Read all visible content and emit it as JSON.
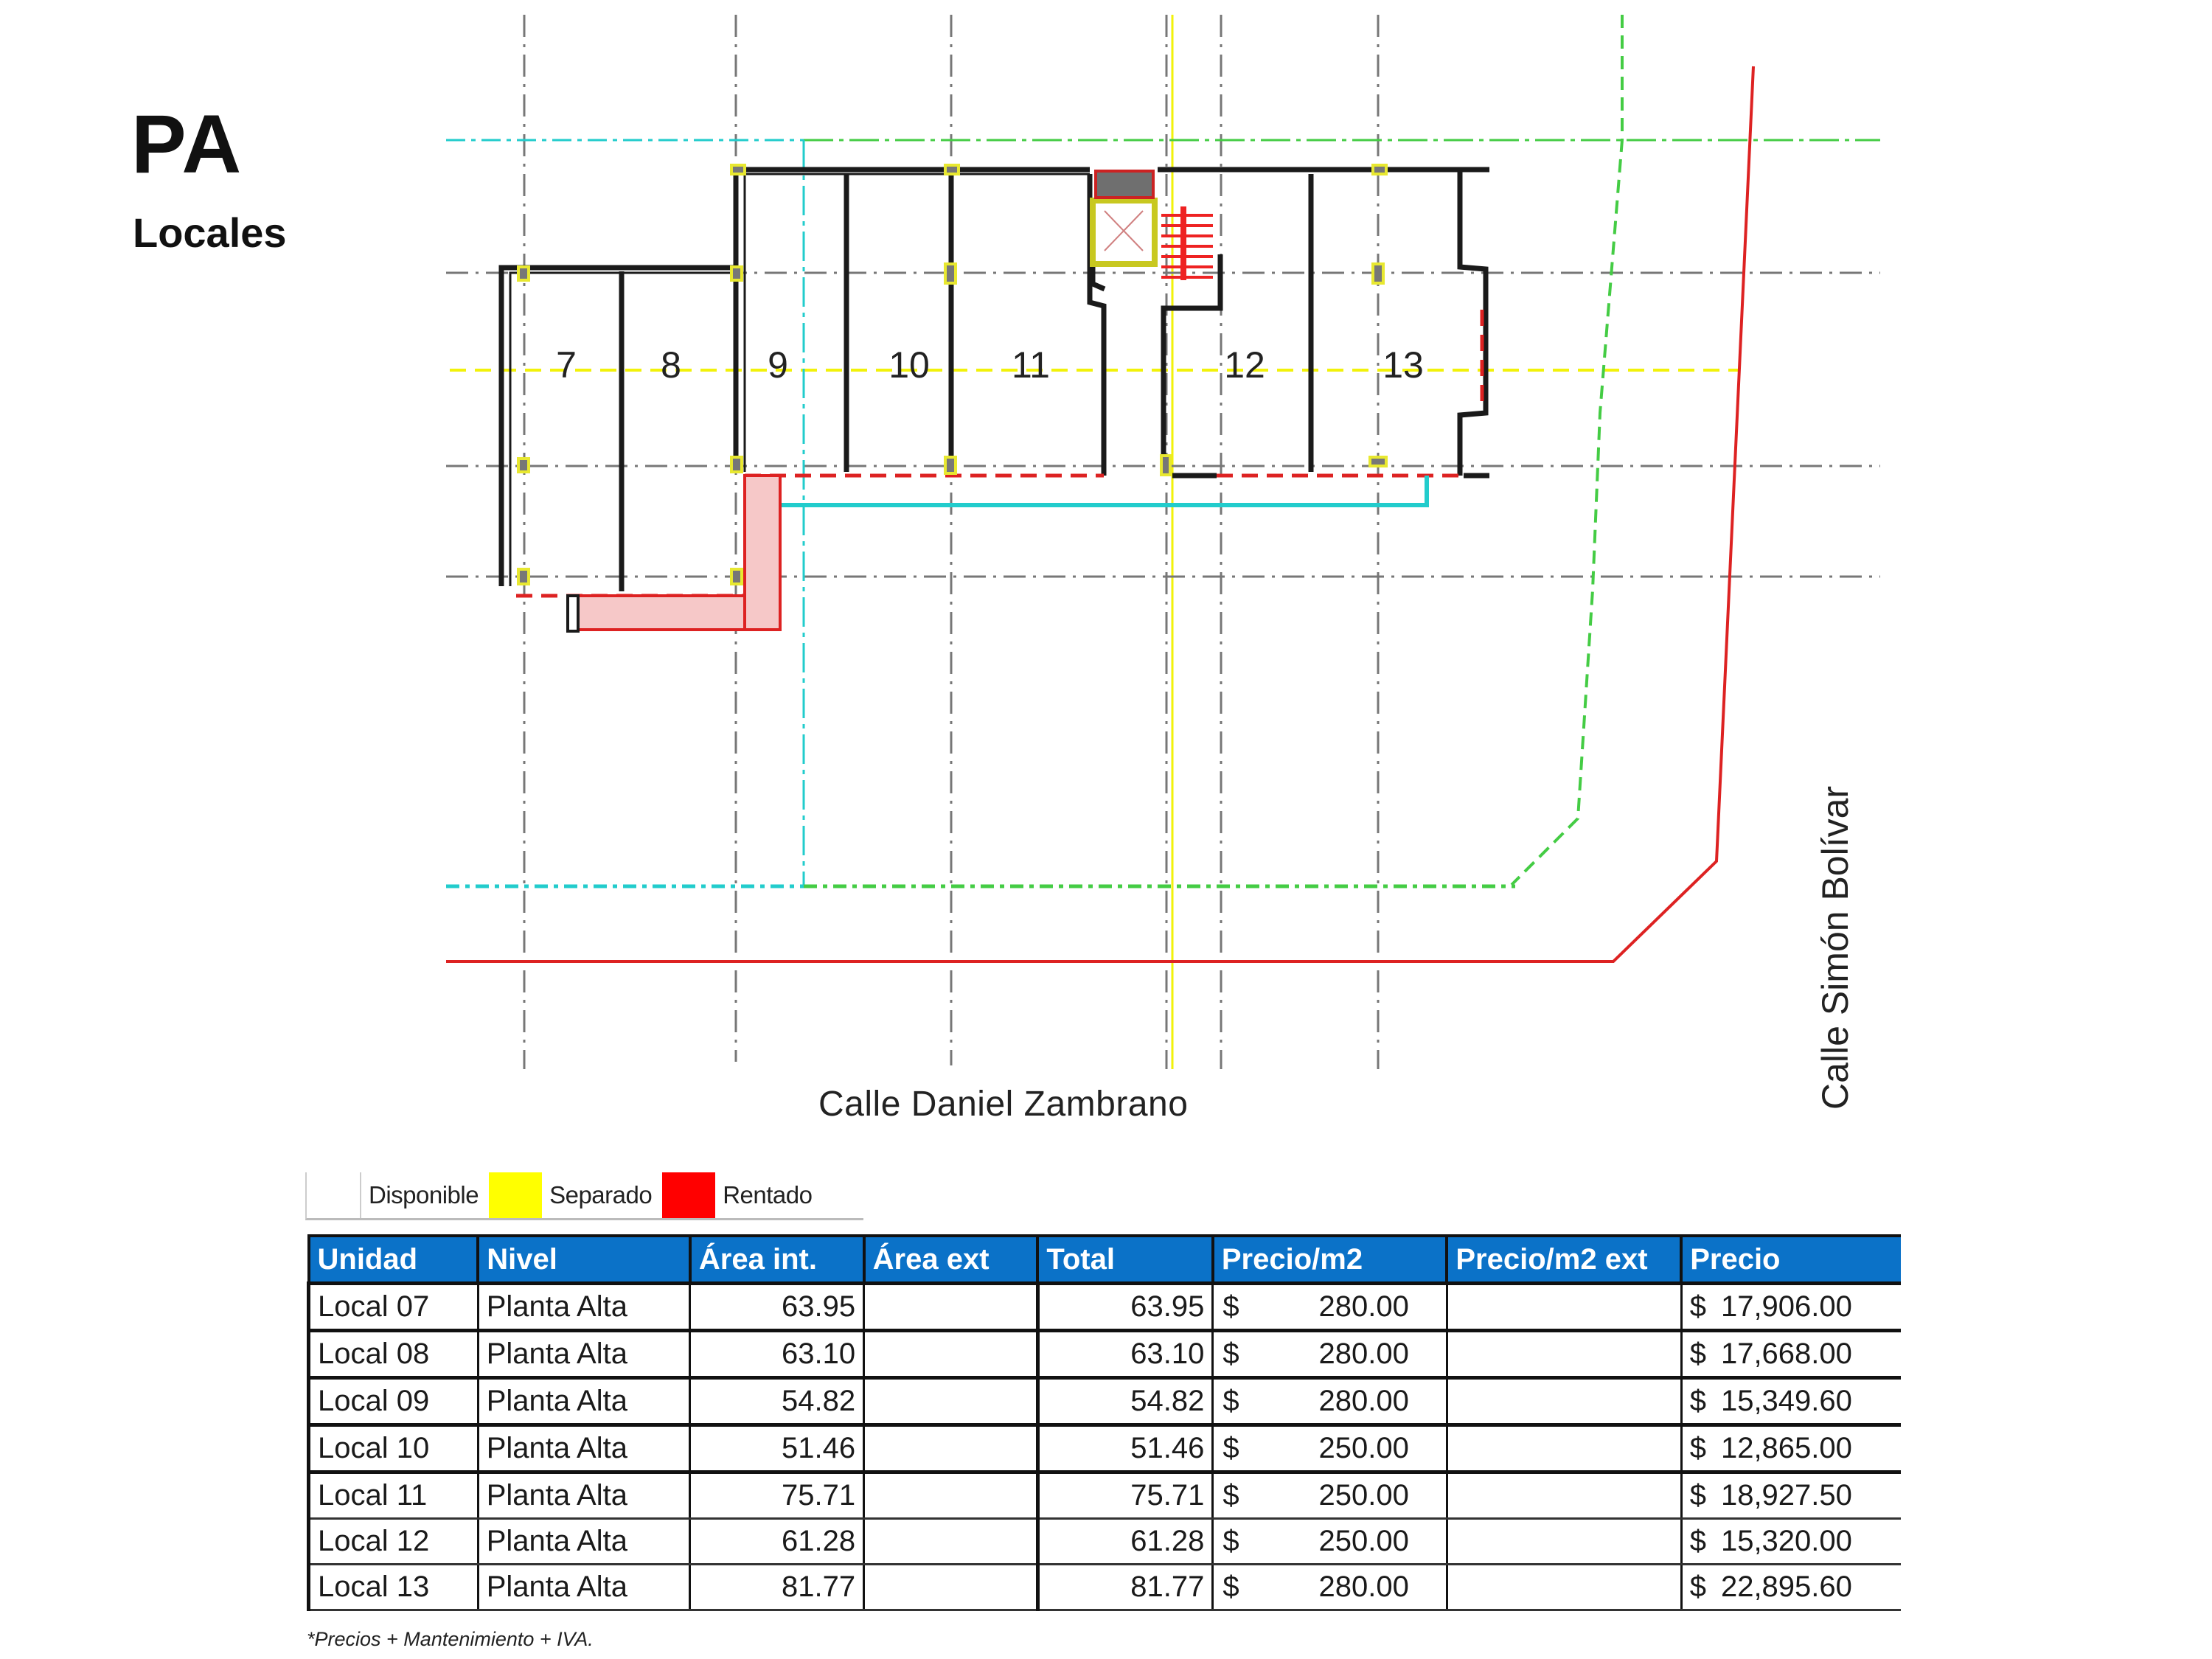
{
  "header": {
    "title": "PA",
    "subtitle": "Locales"
  },
  "plan": {
    "unit_labels": [
      "7",
      "8",
      "9",
      "10",
      "11",
      "12",
      "13"
    ],
    "street_bottom": "Calle Daniel Zambrano",
    "street_right": "Calle Simón Bolívar",
    "colors": {
      "wall": "#1a1a1a",
      "grid_gray": "#777777",
      "grid_yellow": "#f2f20a",
      "boundary_cyan": "#22cccc",
      "boundary_green": "#44cc44",
      "property_red": "#dd2222",
      "stair_red": "#ee2222",
      "column_yellow": "#e8e830"
    }
  },
  "legend": {
    "items": [
      {
        "label": "Disponible",
        "color": "#ffffff"
      },
      {
        "label": "Separado",
        "color": "#ffff00"
      },
      {
        "label": "Rentado",
        "color": "#ff0000"
      }
    ]
  },
  "table": {
    "header_color": "#0b72c8",
    "columns": [
      "Unidad",
      "Nivel",
      "Área int.",
      "Área ext",
      "Total",
      "Precio/m2",
      "Precio/m2 ext",
      "Precio"
    ],
    "rows": [
      {
        "unidad": "Local 07",
        "nivel": "Planta Alta",
        "area_int": "63.95",
        "area_ext": "",
        "total": "63.95",
        "precio_m2_sym": "$",
        "precio_m2": "280.00",
        "precio_m2_ext": "",
        "precio_sym": "$",
        "precio": "17,906.00"
      },
      {
        "unidad": "Local 08",
        "nivel": "Planta Alta",
        "area_int": "63.10",
        "area_ext": "",
        "total": "63.10",
        "precio_m2_sym": "$",
        "precio_m2": "280.00",
        "precio_m2_ext": "",
        "precio_sym": "$",
        "precio": "17,668.00"
      },
      {
        "unidad": "Local 09",
        "nivel": "Planta Alta",
        "area_int": "54.82",
        "area_ext": "",
        "total": "54.82",
        "precio_m2_sym": "$",
        "precio_m2": "280.00",
        "precio_m2_ext": "",
        "precio_sym": "$",
        "precio": "15,349.60"
      },
      {
        "unidad": "Local 10",
        "nivel": "Planta Alta",
        "area_int": "51.46",
        "area_ext": "",
        "total": "51.46",
        "precio_m2_sym": "$",
        "precio_m2": "250.00",
        "precio_m2_ext": "",
        "precio_sym": "$",
        "precio": "12,865.00"
      },
      {
        "unidad": "Local 11",
        "nivel": "Planta Alta",
        "area_int": "75.71",
        "area_ext": "",
        "total": "75.71",
        "precio_m2_sym": "$",
        "precio_m2": "250.00",
        "precio_m2_ext": "",
        "precio_sym": "$",
        "precio": "18,927.50"
      },
      {
        "unidad": "Local 12",
        "nivel": "Planta Alta",
        "area_int": "61.28",
        "area_ext": "",
        "total": "61.28",
        "precio_m2_sym": "$",
        "precio_m2": "250.00",
        "precio_m2_ext": "",
        "precio_sym": "$",
        "precio": "15,320.00"
      },
      {
        "unidad": "Local 13",
        "nivel": "Planta Alta",
        "area_int": "81.77",
        "area_ext": "",
        "total": "81.77",
        "precio_m2_sym": "$",
        "precio_m2": "280.00",
        "precio_m2_ext": "",
        "precio_sym": "$",
        "precio": "22,895.60"
      }
    ]
  },
  "footnote": "*Precios + Mantenimiento + IVA."
}
